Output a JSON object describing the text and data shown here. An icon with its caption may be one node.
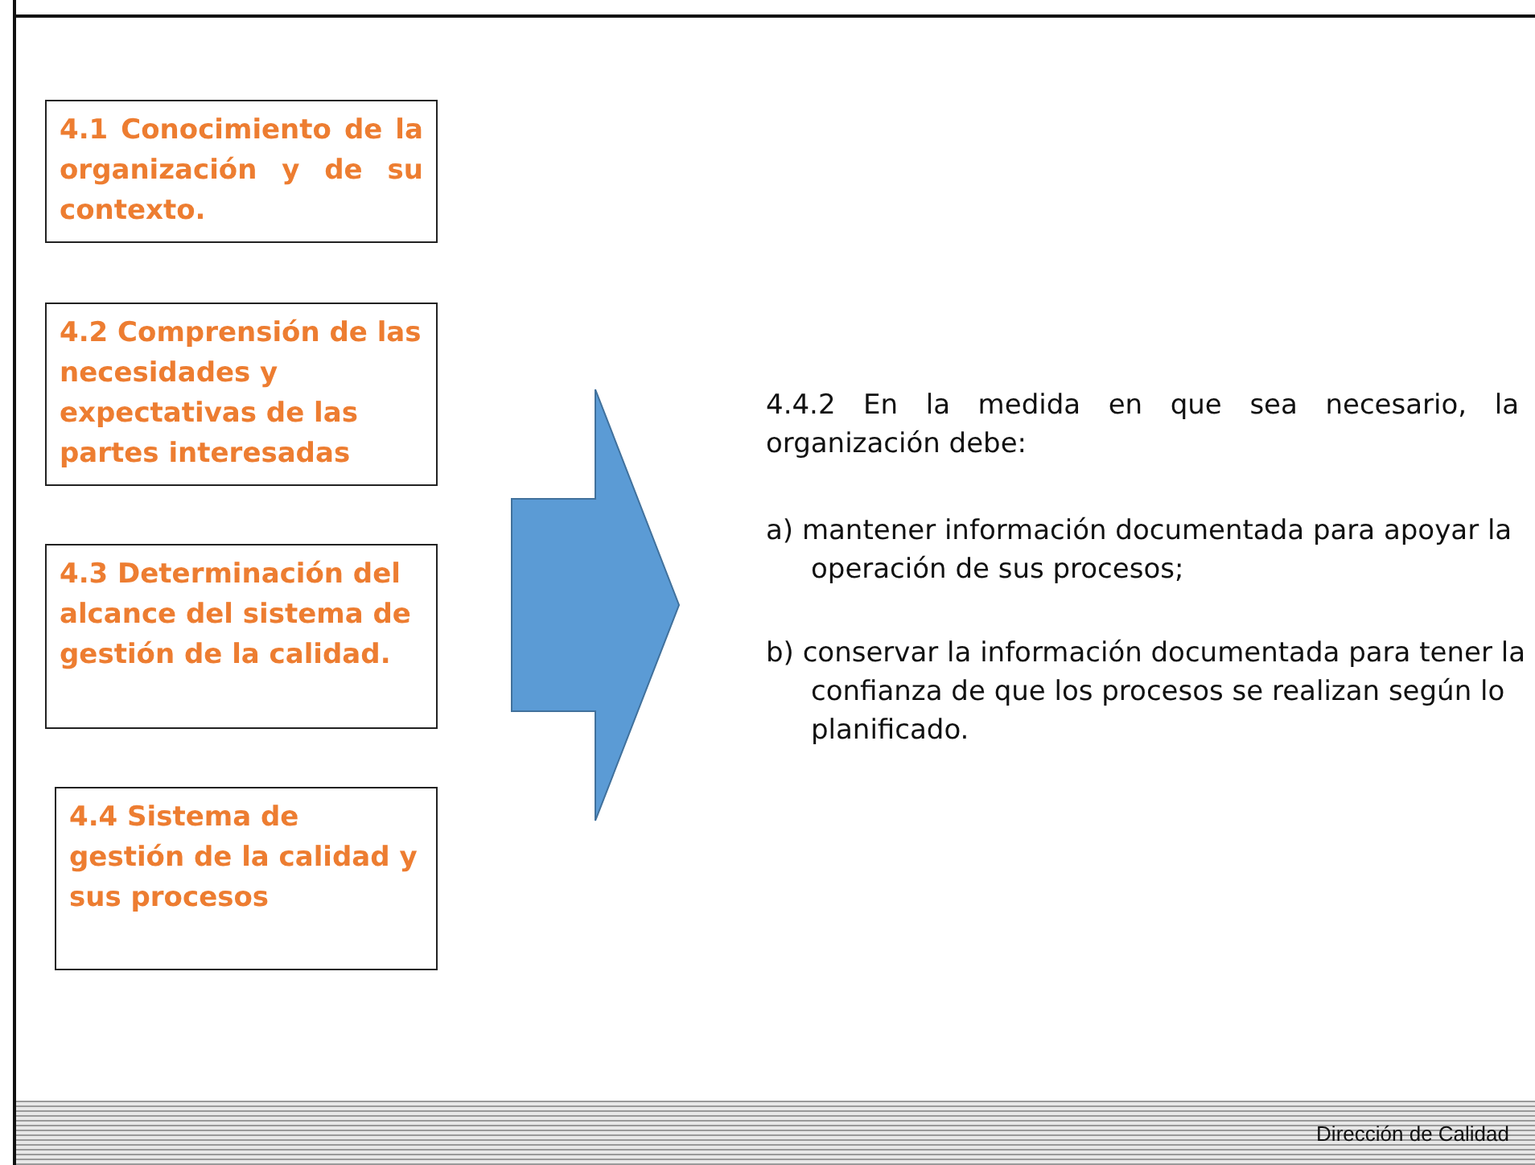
{
  "diagram": {
    "nodes": [
      {
        "text": [
          "4.1 Conocimiento de la organización y de su contexto."
        ]
      },
      {
        "text": [
          "4.2 Comprensión de las necesidades y expectativas de las partes interesadas"
        ]
      },
      {
        "text": [
          "4.3 Determinación del alcance del sistema de gestión de la calidad."
        ]
      },
      {
        "text": [
          "4.4 Sistema de gestión de la calidad y sus procesos"
        ]
      }
    ],
    "labels": [
      "4.4.2 En la medida en que sea necesario, la organización debe:",
      "a) mantener información documentada para apoyar la operación de sus procesos;",
      "b) conservar la información documentada para tener la confianza de que los procesos se realizan según lo planificado.",
      "Dirección de Calidad"
    ]
  }
}
